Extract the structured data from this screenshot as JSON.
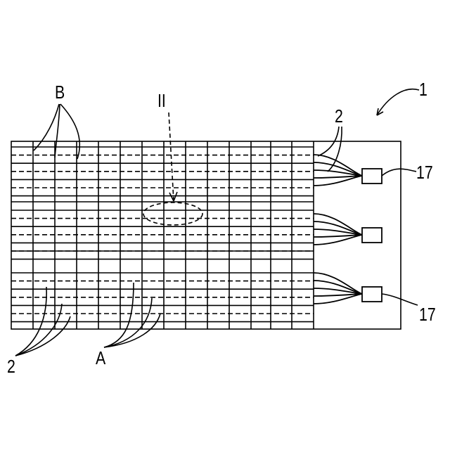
{
  "labels": {
    "ref_panel": "1",
    "ref_fiber_top": "2",
    "ref_fiber_bottom": "2",
    "ref_connector_top": "17",
    "ref_connector_bottom": "17",
    "ref_a": "A",
    "ref_b": "B",
    "ref_section": "II"
  }
}
